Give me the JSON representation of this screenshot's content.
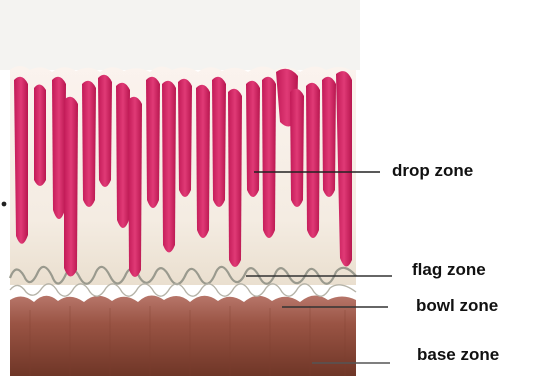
{
  "labels": {
    "drop": "drop zone",
    "flag": "flag zone",
    "bowl": "bowl zone",
    "base": "base zone"
  },
  "colors": {
    "background": "#ffffff",
    "sky": "#f5f4f2",
    "matrix": "#f7f0ea",
    "drops": "#d42566",
    "flag_outline": "#9a9a8e",
    "bowl_base": "#8f4b3a",
    "pointer_line": "#222222"
  },
  "icons": {
    "left_edge_mark": "small-dot"
  }
}
